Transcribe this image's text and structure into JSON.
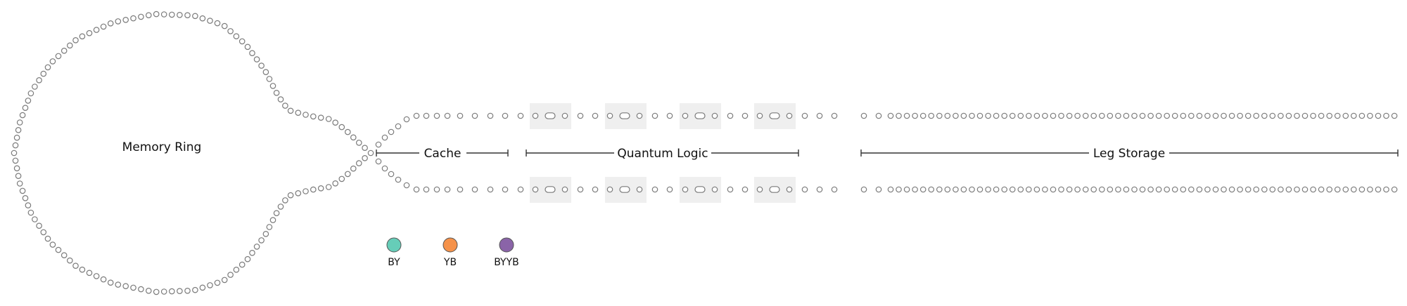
{
  "labels": {
    "memory_ring": "Memory Ring",
    "cache": "Cache",
    "quantum_logic": "Quantum Logic",
    "leg_storage": "Leg Storage"
  },
  "legend": [
    {
      "name": "BY",
      "color": "#66cdb8"
    },
    {
      "name": "YB",
      "color": "#f5924a"
    },
    {
      "name": "BYYB",
      "color": "#8a64a8"
    }
  ],
  "colors": {
    "site_stroke": "#7a7a7a",
    "zone_fill": "#efefef",
    "bracket": "#333333"
  },
  "counts": {
    "logic_zones_per_row": 4
  }
}
